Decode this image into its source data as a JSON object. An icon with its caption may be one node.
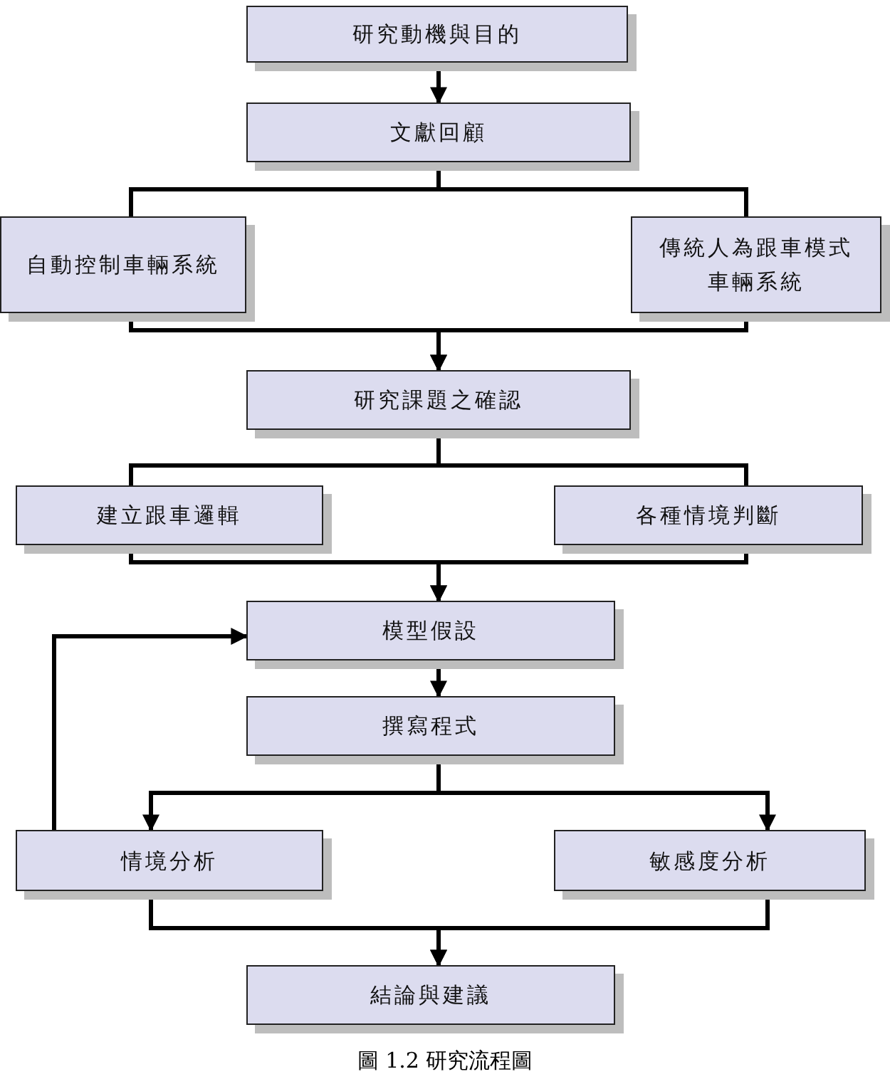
{
  "diagram": {
    "caption": "圖 1.2 研究流程圖",
    "nodes": [
      {
        "text": [
          "研究動機與目的"
        ]
      },
      {
        "text": [
          "文獻回顧"
        ]
      },
      {
        "text": [
          "自動控制車輛系統"
        ]
      },
      {
        "text": [
          "傳統人為跟車模式車輛系統"
        ]
      },
      {
        "text": [
          "研究課題之確認"
        ]
      },
      {
        "text": [
          "建立跟車邏輯"
        ]
      },
      {
        "text": [
          "各種情境判斷"
        ]
      },
      {
        "text": [
          "模型假設"
        ]
      },
      {
        "text": [
          "撰寫程式"
        ]
      },
      {
        "text": [
          "情境分析"
        ]
      },
      {
        "text": [
          "敏感度分析"
        ]
      },
      {
        "text": [
          "結論與建議"
        ]
      }
    ],
    "edges": [
      {
        "from": 0,
        "to": 1,
        "arrow": "to"
      },
      {
        "from": 1,
        "to": 2,
        "arrow": "none"
      },
      {
        "from": 1,
        "to": 3,
        "arrow": "none"
      },
      {
        "from": 2,
        "to": 4,
        "arrow": "to"
      },
      {
        "from": 3,
        "to": 4,
        "arrow": "to"
      },
      {
        "from": 4,
        "to": 5,
        "arrow": "none"
      },
      {
        "from": 4,
        "to": 6,
        "arrow": "none"
      },
      {
        "from": 5,
        "to": 7,
        "arrow": "to"
      },
      {
        "from": 6,
        "to": 7,
        "arrow": "to"
      },
      {
        "from": 7,
        "to": 8,
        "arrow": "to"
      },
      {
        "from": 8,
        "to": 9,
        "arrow": "to"
      },
      {
        "from": 8,
        "to": 10,
        "arrow": "to"
      },
      {
        "from": 9,
        "to": 11,
        "arrow": "to"
      },
      {
        "from": 10,
        "to": 11,
        "arrow": "to"
      },
      {
        "from": 9,
        "to": 7,
        "arrow": "to"
      }
    ]
  }
}
